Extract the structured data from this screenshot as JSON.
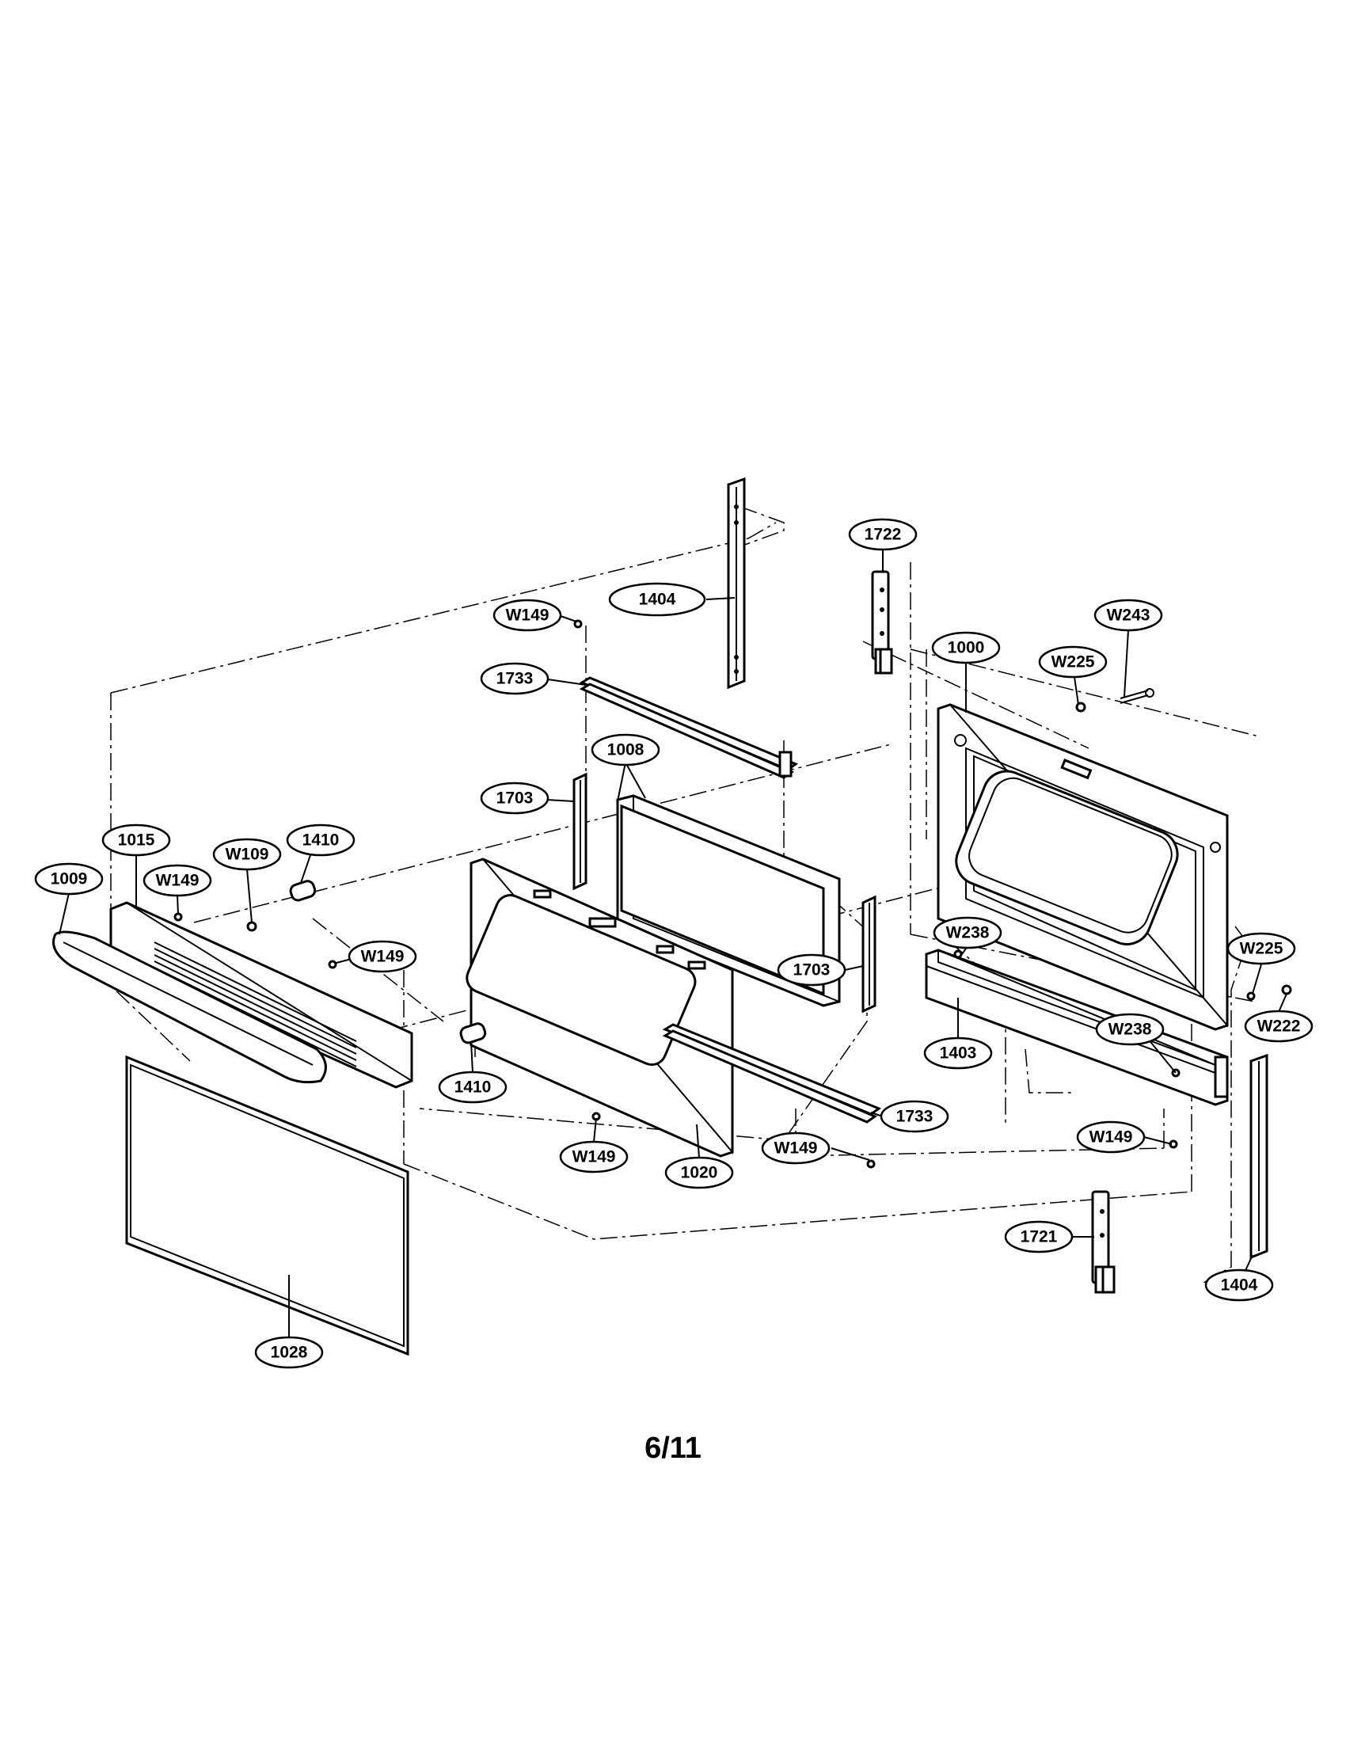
{
  "diagram": {
    "page_number": "6/11",
    "callouts": [
      {
        "id": "c-1404-top",
        "label": "1404"
      },
      {
        "id": "c-1722",
        "label": "1722"
      },
      {
        "id": "c-w149-top",
        "label": "W149"
      },
      {
        "id": "c-w243",
        "label": "W243"
      },
      {
        "id": "c-1000",
        "label": "1000"
      },
      {
        "id": "c-w225-top",
        "label": "W225"
      },
      {
        "id": "c-1733-top",
        "label": "1733"
      },
      {
        "id": "c-1008",
        "label": "1008"
      },
      {
        "id": "c-1703-left",
        "label": "1703"
      },
      {
        "id": "c-1015",
        "label": "1015"
      },
      {
        "id": "c-1410-top",
        "label": "1410"
      },
      {
        "id": "c-w109",
        "label": "W109"
      },
      {
        "id": "c-1009",
        "label": "1009"
      },
      {
        "id": "c-w149-left",
        "label": "W149"
      },
      {
        "id": "c-w149-mid",
        "label": "W149"
      },
      {
        "id": "c-w238-top",
        "label": "W238"
      },
      {
        "id": "c-w225-right",
        "label": "W225"
      },
      {
        "id": "c-1703-right",
        "label": "1703"
      },
      {
        "id": "c-w222",
        "label": "W222"
      },
      {
        "id": "c-1403",
        "label": "1403"
      },
      {
        "id": "c-w238-right",
        "label": "W238"
      },
      {
        "id": "c-1410-bottom",
        "label": "1410"
      },
      {
        "id": "c-1733-bottom",
        "label": "1733"
      },
      {
        "id": "c-w149-bottom",
        "label": "W149"
      },
      {
        "id": "c-w149-lower",
        "label": "W149"
      },
      {
        "id": "c-w149-right",
        "label": "W149"
      },
      {
        "id": "c-1020",
        "label": "1020"
      },
      {
        "id": "c-1721",
        "label": "1721"
      },
      {
        "id": "c-1404-bottom",
        "label": "1404"
      },
      {
        "id": "c-1028",
        "label": "1028"
      }
    ]
  }
}
